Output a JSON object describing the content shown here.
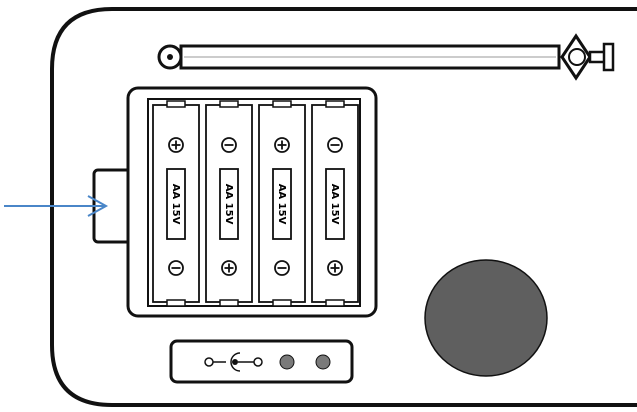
{
  "battery_labels": [
    "AA 15V",
    "AA 15V",
    "AA 15V",
    "AA 15V"
  ],
  "battery_polarity_top": [
    "+",
    "-",
    "+",
    "-"
  ],
  "battery_polarity_bottom": [
    "-",
    "+",
    "-",
    "+"
  ],
  "colors": {
    "outline": "#111111",
    "arrow": "#4a86c8",
    "speaker": "#5f5f5f",
    "jack_dot": "#7a7a7a",
    "background": "#ffffff"
  },
  "icons": [
    "antenna-icon",
    "arrow-icon",
    "dc-jack-icon",
    "speaker-grille"
  ]
}
